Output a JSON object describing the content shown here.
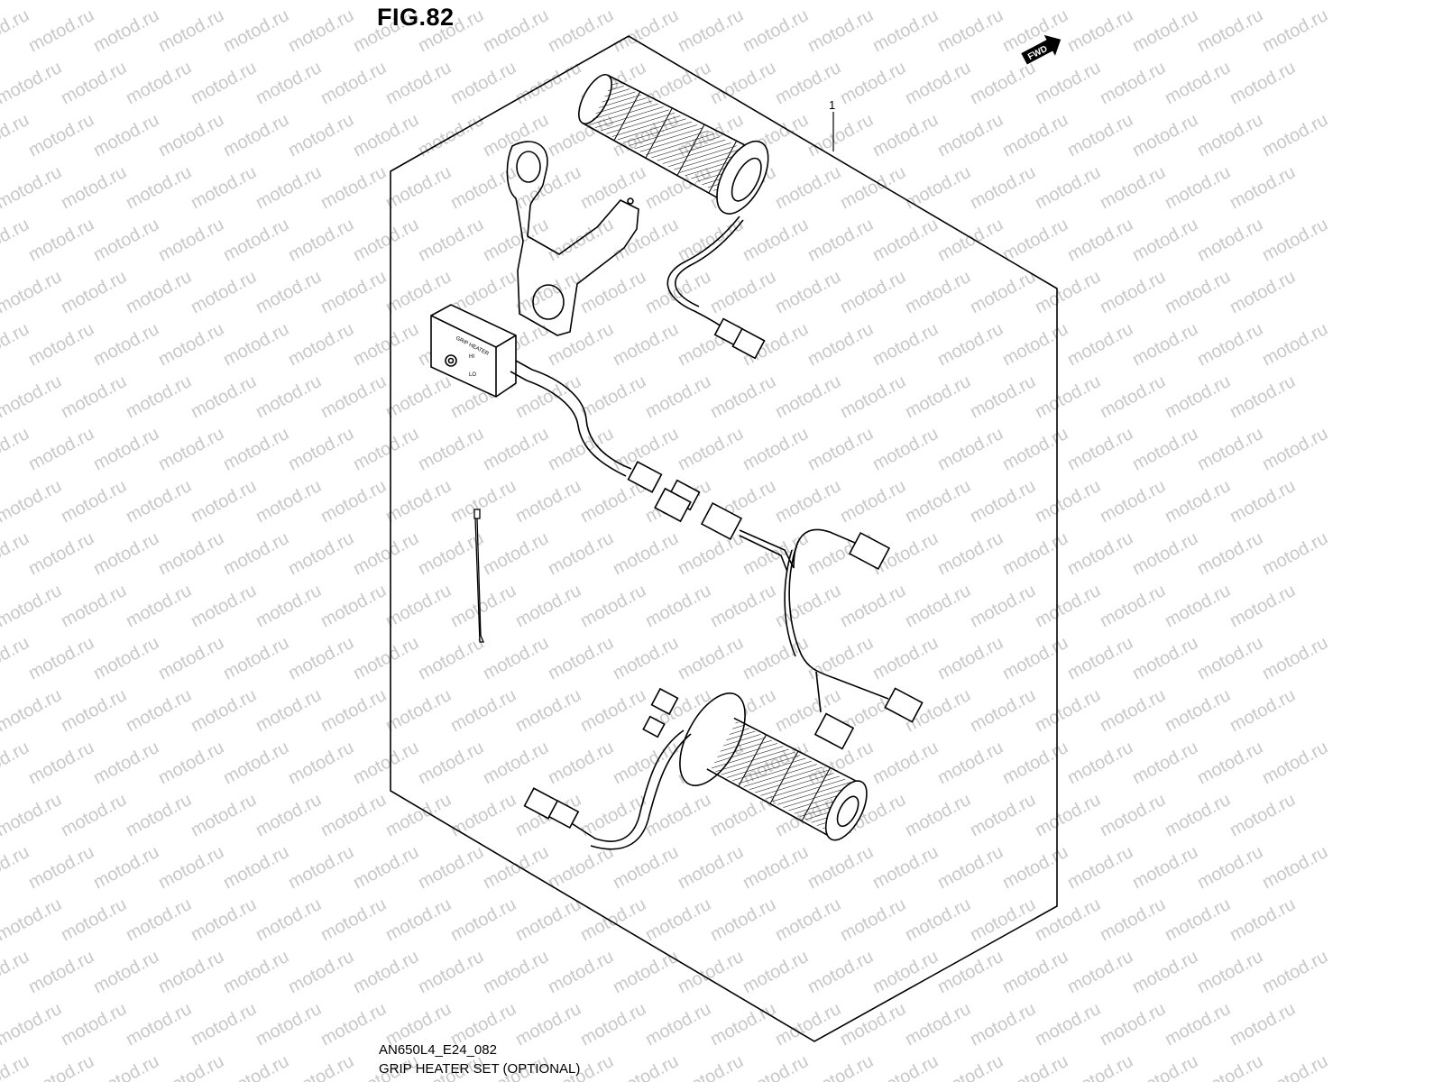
{
  "figure": {
    "title": "FIG.82",
    "code": "AN650L4_E24_082",
    "caption": "GRIP HEATER SET (OPTIONAL)"
  },
  "callouts": [
    {
      "number": "1"
    }
  ],
  "fwd_badge": "FWD",
  "switch": {
    "label": "GRIP HEATER",
    "hi": "HI",
    "lo": "LO"
  },
  "watermark": "motod.ru",
  "colors": {
    "line": "#000000",
    "watermark": "#c8c8c8",
    "background": "#ffffff"
  }
}
